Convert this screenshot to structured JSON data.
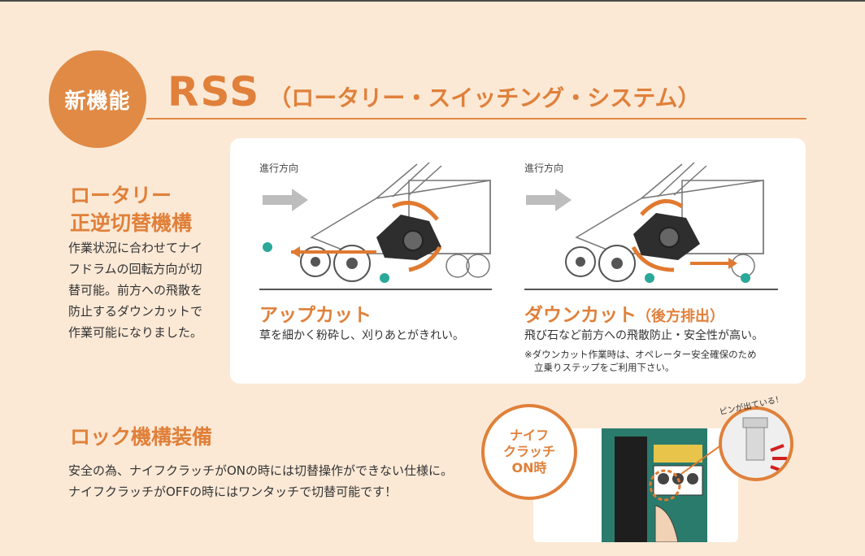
{
  "badge": {
    "label": "新機能"
  },
  "title": {
    "main": "RSS",
    "sub": "（ロータリー・スイッチング・システム）"
  },
  "rotary": {
    "heading_line1": "ロータリー",
    "heading_line2": "正逆切替機構",
    "body_lines": [
      "作業状況に合わせてナイ",
      "フドラムの回転方向が切",
      "替可能。前方への飛散を",
      "防止するダウンカットで",
      "作業可能になりました。"
    ]
  },
  "upcut": {
    "direction_label": "進行方向",
    "heading": "アップカット",
    "description": "草を細かく粉砕し、刈りあとがきれい。"
  },
  "downcut": {
    "direction_label": "進行方向",
    "heading": "ダウンカット",
    "heading_small": "（後方排出）",
    "description": "飛び石など前方への飛散防止・安全性が高い。",
    "note_line1": "※ダウンカット作業時は、オペレーター安全確保のため",
    "note_line2": "立乗りステップをご利用下さい。"
  },
  "lock": {
    "heading": "ロック機構装備",
    "body_line1": "安全の為、ナイフクラッチがONの時には切替操作ができない仕様に。",
    "body_line2": "ナイフクラッチがOFFの時にはワンタッチで切替可能です！",
    "bubble_line1": "ナイフ",
    "bubble_line2": "クラッチ",
    "bubble_line3": "ON時",
    "pin_label": "ピンが出ている！"
  },
  "colors": {
    "accent": "#e08a45",
    "teal": "#2aa89a",
    "background": "#fbe9d6"
  }
}
